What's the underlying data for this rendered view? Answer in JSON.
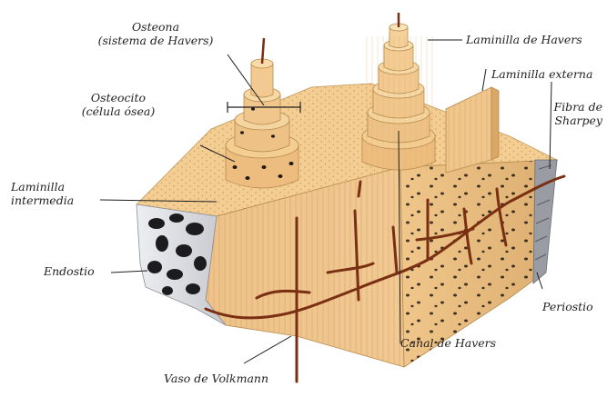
{
  "colors": {
    "bone_top": "#f2c98a",
    "bone_side": "#e6b678",
    "bone_light": "#f6d9a4",
    "bone_edge": "#b88a4c",
    "vessel": "#7a2f12",
    "spongy": "#d5d7dc",
    "spongy_dark": "#1c1c1f",
    "periosteum": "#8d8f96",
    "leader": "#1e1e1e"
  },
  "labels": {
    "osteona": {
      "line1": "Osteona",
      "line2": "(sistema de Havers)"
    },
    "osteocito": {
      "line1": "Osteocito",
      "line2": "(célula ósea)"
    },
    "laminilla_havers": "Laminilla de Havers",
    "laminilla_externa": "Laminilla externa",
    "fibra_sharpey": {
      "line1": "Fibra de",
      "line2": "Sharpey"
    },
    "laminilla_intermedia": {
      "line1": "Laminilla",
      "line2": "intermedia"
    },
    "endostio": "Endostio",
    "periostio": "Periostio",
    "canal_havers": "Canal de Havers",
    "vaso_volkmann": "Vaso de Volkmann"
  }
}
